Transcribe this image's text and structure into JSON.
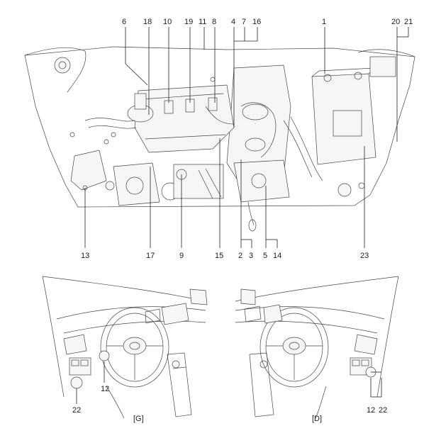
{
  "top_labels": [
    "6",
    "18",
    "10",
    "19",
    "11",
    "8",
    "4",
    "7",
    "16",
    "1",
    "20",
    "21"
  ],
  "bottom_labels": [
    "13",
    "17",
    "9",
    "15",
    "2",
    "3",
    "5",
    "14",
    "23"
  ],
  "left_dash_labels": [
    "12",
    "22"
  ],
  "right_dash_labels": [
    "12",
    "22"
  ],
  "captions": {
    "left": "[G]",
    "right": "[D]"
  }
}
